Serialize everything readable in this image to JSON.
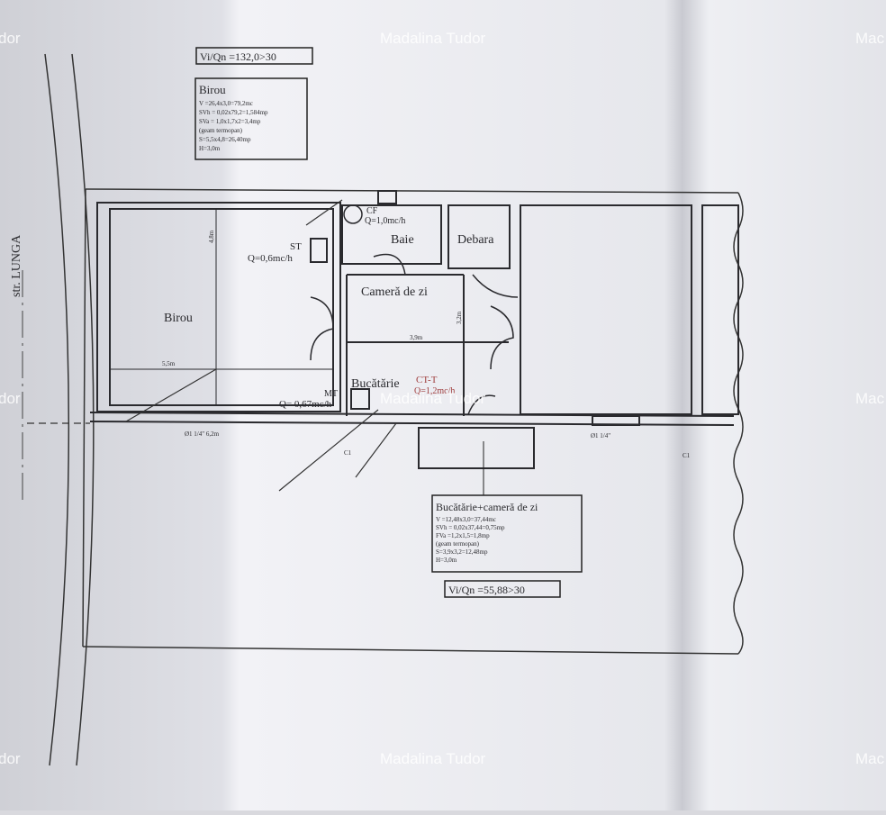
{
  "street": "str. LUNGA",
  "watermark": "Madalina Tudor",
  "watermark_left": "dor",
  "watermark_right": "Mac",
  "birou_box": {
    "ratio": "Vi/Qn =132,0>30",
    "title": "Birou",
    "lines": [
      "V =26,4x3,0=79,2mc",
      "SVh = 0,02x79,2=1,584mp",
      "SVa = 1,0x1,7x2=3,4mp",
      "(geam termopan)",
      "S=5,5x4,8=26,40mp",
      "H=3,0m"
    ]
  },
  "kitchen_box": {
    "title": "Bucătărie+cameră de zi",
    "lines": [
      "V =12,48x3,0=37,44mc",
      "SVh = 0,02x37,44=0,75mp",
      "FVa =1,2x1,5=1,8mp",
      "(geam termopan)",
      "S=3,9x3,2=12,48mp",
      "H=3,0m"
    ],
    "ratio": "Vi/Qn =55,88>30"
  },
  "rooms": {
    "birou": "Birou",
    "baie": "Baie",
    "debara": "Debara",
    "camera": "Cameră de zi",
    "bucatarie": "Bucătărie"
  },
  "appliances": {
    "st_name": "ST",
    "st_q": "Q=0,6mc/h",
    "cf_name": "CF",
    "cf_q": "Q=1,0mc/h",
    "mt_name": "MT",
    "mt_q": "Q= 0,67mc/h",
    "ctt_name": "CT-T",
    "ctt_q": "Q=1,2mc/h"
  },
  "dimensions": {
    "birou_w": "5,5m",
    "birou_h": "4,8m",
    "kitchen_w": "3,9m",
    "kitchen_h": "3,2m"
  },
  "pipes": {
    "main": "Ø1 1/4\" 6,2m",
    "right": "Ø1 1/4\"",
    "c1": "C1",
    "c2": "C1"
  }
}
